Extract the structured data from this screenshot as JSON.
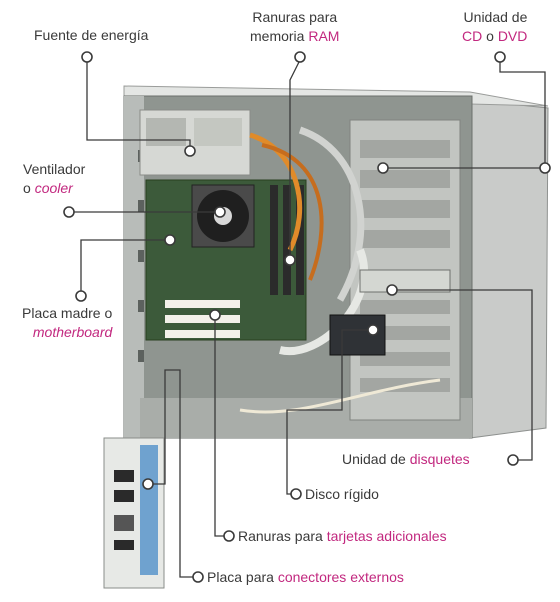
{
  "labels": {
    "power_supply": "Fuente de energía",
    "ram_line1": "Ranuras para",
    "ram_line2_a": "memoria",
    "ram_line2_b": "RAM",
    "cd_line1": "Unidad de",
    "cd_line2_a": "CD",
    "cd_line2_b": "o",
    "cd_line2_c": "DVD",
    "fan_line1": "Ventilador",
    "fan_line2_a": "o",
    "fan_line2_b": "cooler",
    "mobo_line1": "Placa madre o",
    "mobo_line2": "motherboard",
    "floppy_a": "Unidad de",
    "floppy_b": "disquetes",
    "hdd": "Disco rígido",
    "slots_a": "Ranuras para",
    "slots_b": "tarjetas adicionales",
    "io_a": "Placa para",
    "io_b": "conectores externos"
  },
  "colors": {
    "text": "#3a3a3a",
    "accent": "#c2287f",
    "leader": "#3a3a3a"
  }
}
